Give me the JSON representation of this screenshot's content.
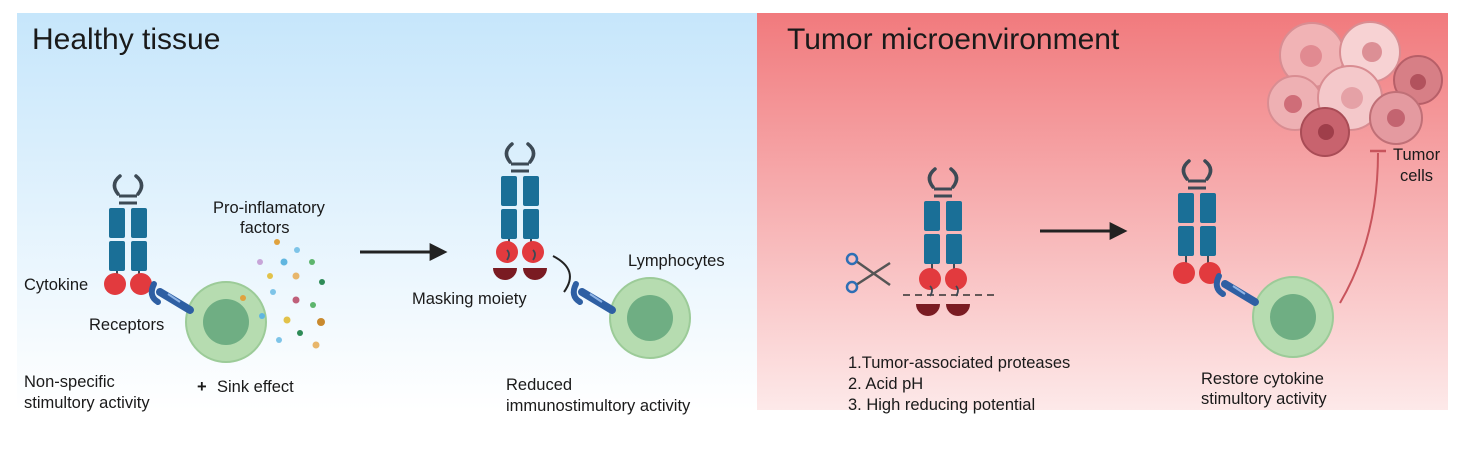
{
  "healthy_panel": {
    "title": "Healthy tissue",
    "labels": {
      "cytokine": "Cytokine",
      "receptors": "Receptors",
      "pro_inflammatory_line1": "Pro-inflamatory",
      "pro_inflammatory_line2": "factors",
      "non_specific_line1": "Non-specific",
      "non_specific_line2": "stimultory activity",
      "sink_effect_plus": "+",
      "sink_effect": "Sink effect",
      "masking_moiety": "Masking moiety",
      "lymphocytes": "Lymphocytes",
      "reduced_line1": "Reduced",
      "reduced_line2": "immunostimultory activity"
    },
    "colors": {
      "top": "#c6e6fb",
      "bottom": "#ffffff"
    }
  },
  "tumor_panel": {
    "title": "Tumor microenvironment",
    "conditions": [
      "1.Tumor-associated proteases",
      "2. Acid pH",
      "3. High reducing potential"
    ],
    "labels": {
      "tumor_line1": "Tumor",
      "tumor_line2": "cells",
      "restore_line1": "Restore cytokine",
      "restore_line2": "stimultory activity"
    },
    "colors": {
      "top": "#f17a7d",
      "bottom": "#fde9e9"
    }
  },
  "icons": {
    "cytokine_receptor": "cytokine-receptor-icon",
    "lymphocyte": "lymphocyte-cell-icon",
    "scissors": "scissors-icon",
    "tumor_cluster": "tumor-cells-icon",
    "arrow": "arrow-right-icon",
    "inhibition": "inhibition-arrow-icon"
  },
  "palette": {
    "receptor_blue": "#1a6f97",
    "cytokine_red": "#e23a3e",
    "mask_dark_red": "#7a1b22",
    "cell_outer": "#b6dcb0",
    "cell_inner": "#6fae83",
    "binder_blue": "#2e5fa3"
  }
}
